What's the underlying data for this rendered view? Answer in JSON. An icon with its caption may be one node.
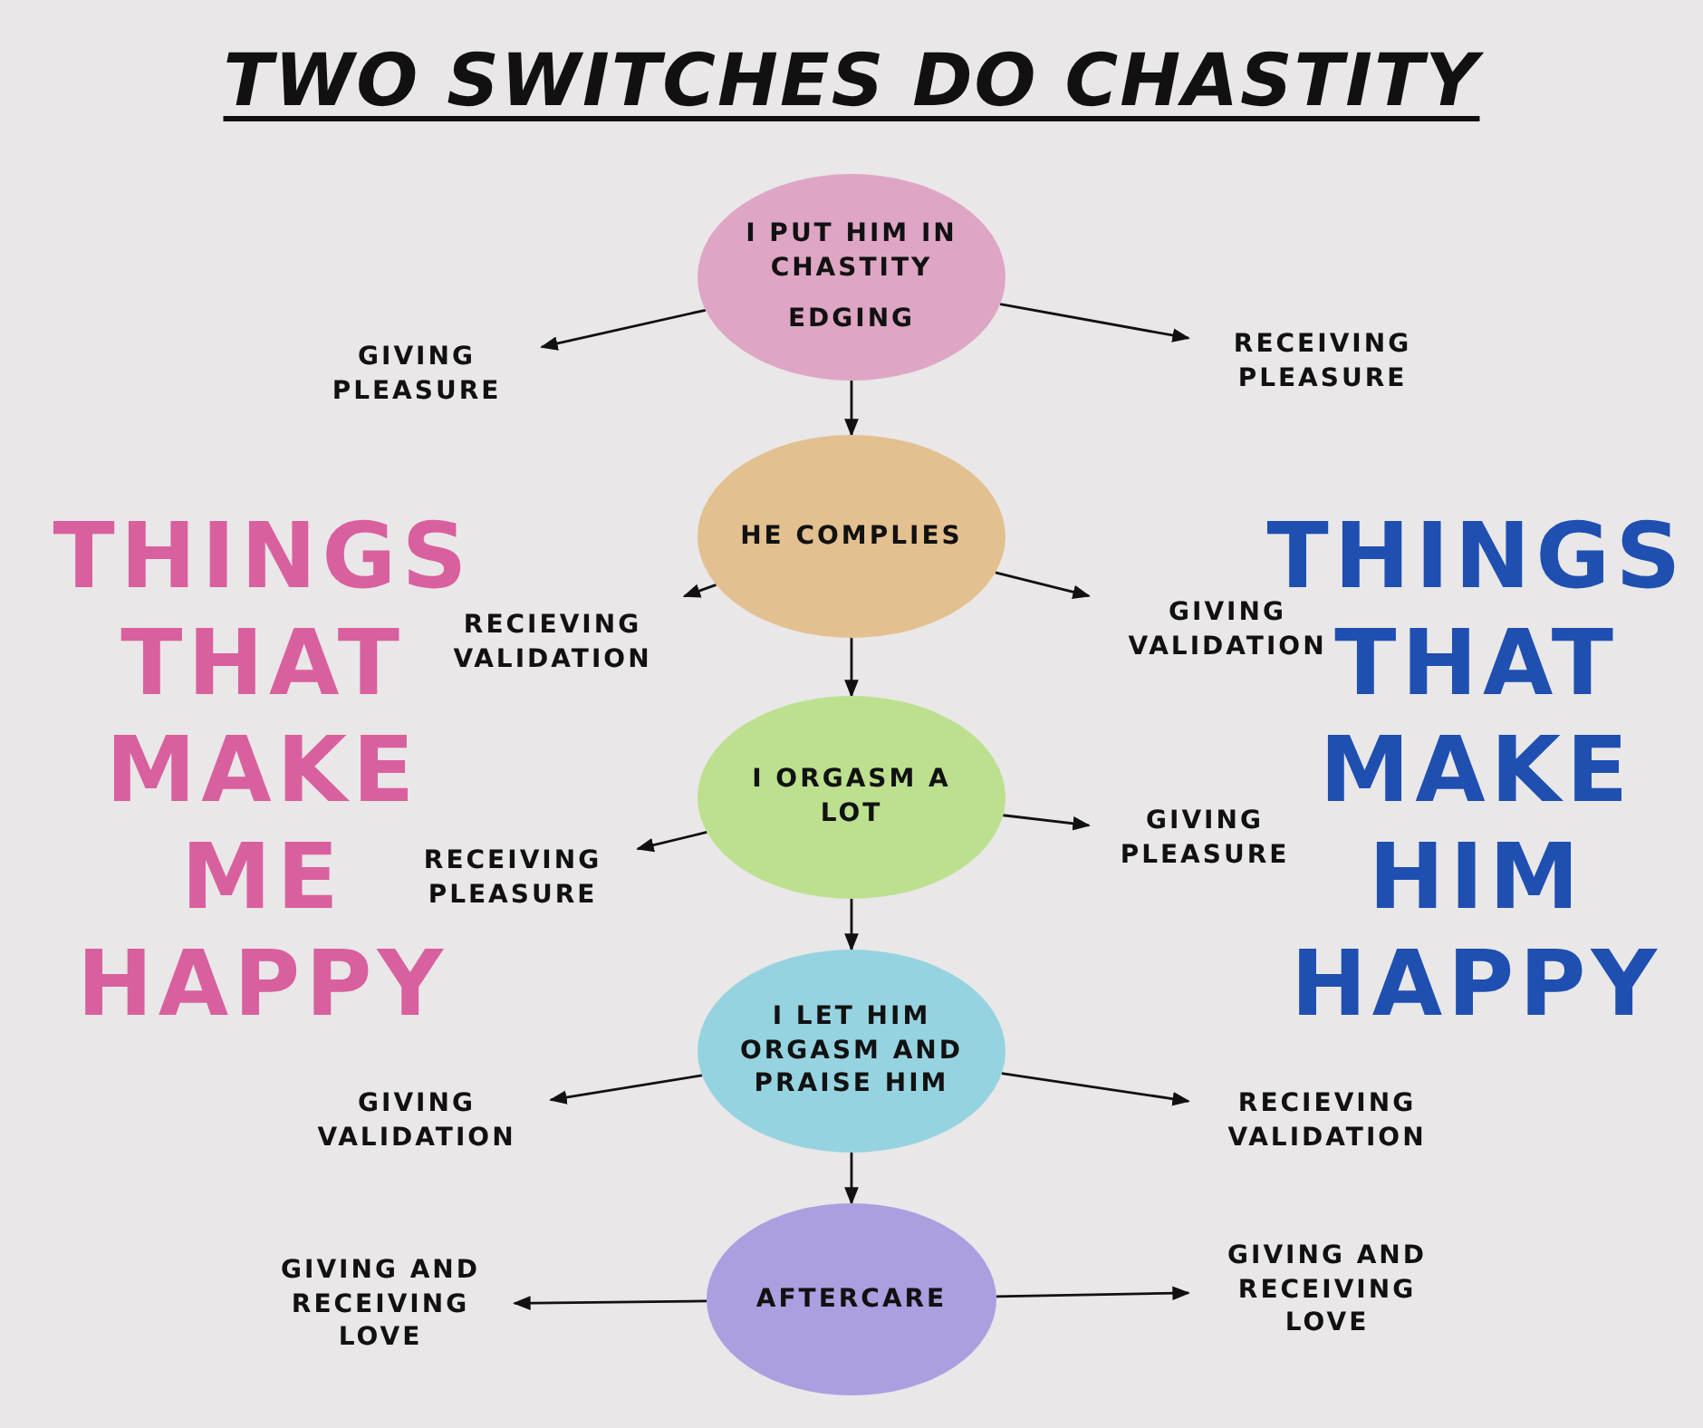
{
  "diagram": {
    "title": "TWO SWITCHES DO CHASTITY",
    "nodes": [
      {
        "text": [
          "I PUT HIM IN CHASTITY",
          "EDGING"
        ]
      },
      {
        "text": [
          "GIVING PLEASURE"
        ]
      },
      {
        "text": [
          "RECEIVING PLEASURE"
        ]
      },
      {
        "text": [
          "HE COMPLIES"
        ]
      },
      {
        "text": [
          "RECIEVING VALIDATION"
        ]
      },
      {
        "text": [
          "GIVING VALIDATION"
        ]
      },
      {
        "text": [
          "I ORGASM A LOT"
        ]
      },
      {
        "text": [
          "RECEIVING PLEASURE"
        ]
      },
      {
        "text": [
          "GIVING PLEASURE"
        ]
      },
      {
        "text": [
          "I LET HIM ORGASM AND PRAISE HIM"
        ]
      },
      {
        "text": [
          "GIVING VALIDATION"
        ]
      },
      {
        "text": [
          "RECIEVING VALIDATION"
        ]
      },
      {
        "text": [
          "AFTERCARE"
        ]
      },
      {
        "text": [
          "GIVING AND RECEIVING LOVE"
        ]
      },
      {
        "text": [
          "GIVING AND RECEIVING LOVE"
        ]
      }
    ],
    "edges": [
      {
        "from": 0,
        "to": 1,
        "arrow": "to"
      },
      {
        "from": 0,
        "to": 2,
        "arrow": "to"
      },
      {
        "from": 0,
        "to": 3,
        "arrow": "to"
      },
      {
        "from": 3,
        "to": 4,
        "arrow": "to"
      },
      {
        "from": 3,
        "to": 5,
        "arrow": "to"
      },
      {
        "from": 3,
        "to": 6,
        "arrow": "to"
      },
      {
        "from": 6,
        "to": 7,
        "arrow": "to"
      },
      {
        "from": 6,
        "to": 8,
        "arrow": "to"
      },
      {
        "from": 6,
        "to": 9,
        "arrow": "to"
      },
      {
        "from": 9,
        "to": 10,
        "arrow": "to"
      },
      {
        "from": 9,
        "to": 11,
        "arrow": "to"
      },
      {
        "from": 9,
        "to": 12,
        "arrow": "to"
      },
      {
        "from": 12,
        "to": 13,
        "arrow": "to"
      },
      {
        "from": 12,
        "to": 14,
        "arrow": "to"
      }
    ],
    "labels": [
      "THINGS THAT MAKE ME HAPPY",
      "THINGS THAT MAKE HIM HAPPY"
    ]
  }
}
